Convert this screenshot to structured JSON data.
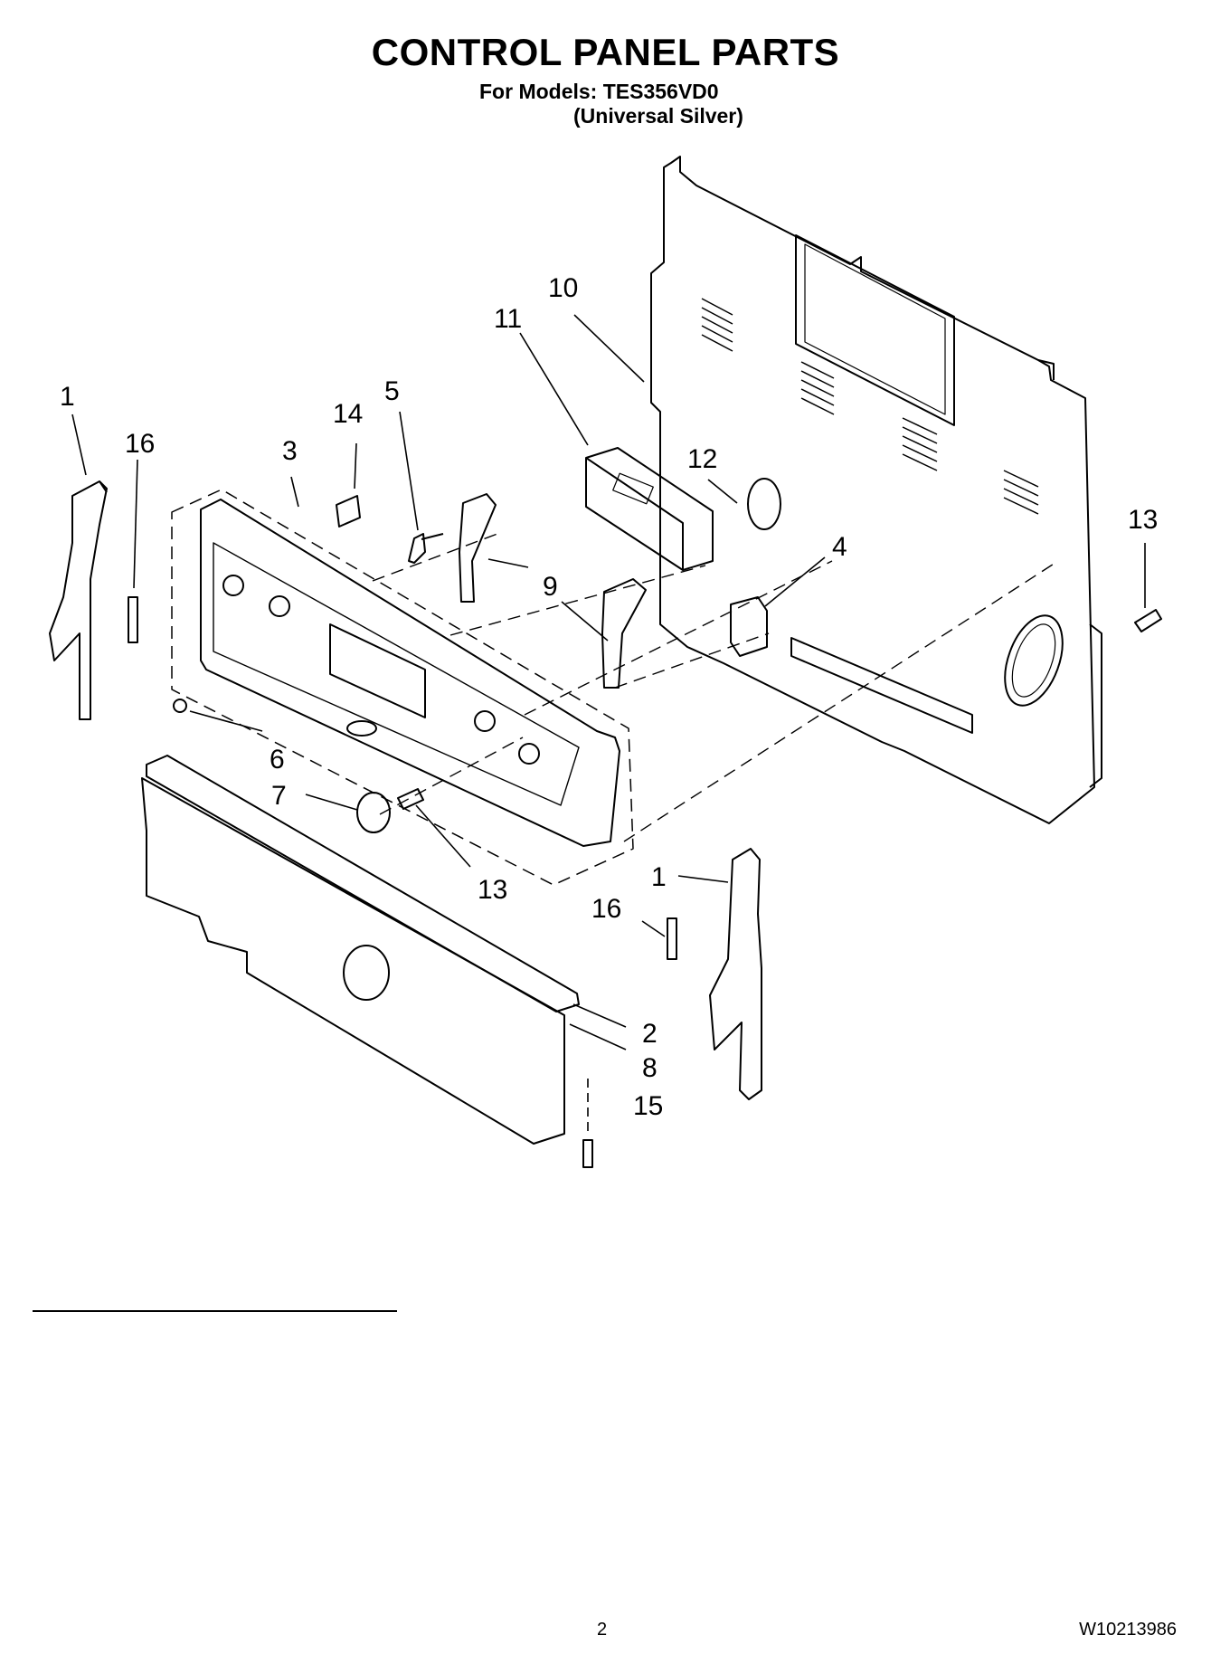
{
  "header": {
    "title": "CONTROL PANEL PARTS",
    "models_line": "For Models: TES356VD0",
    "variant_line": "(Universal Silver)"
  },
  "callouts": {
    "c1_left": "1",
    "c16_left": "16",
    "c3": "3",
    "c14": "14",
    "c5": "5",
    "c11": "11",
    "c10": "10",
    "c12": "12",
    "c13_right": "13",
    "c4": "4",
    "c9": "9",
    "c6": "6",
    "c7": "7",
    "c13_bottom": "13",
    "c1_right": "1",
    "c16_right": "16",
    "c2": "2",
    "c8": "8",
    "c15": "15"
  },
  "footer": {
    "page_number": "2",
    "document_number": "W10213986"
  }
}
